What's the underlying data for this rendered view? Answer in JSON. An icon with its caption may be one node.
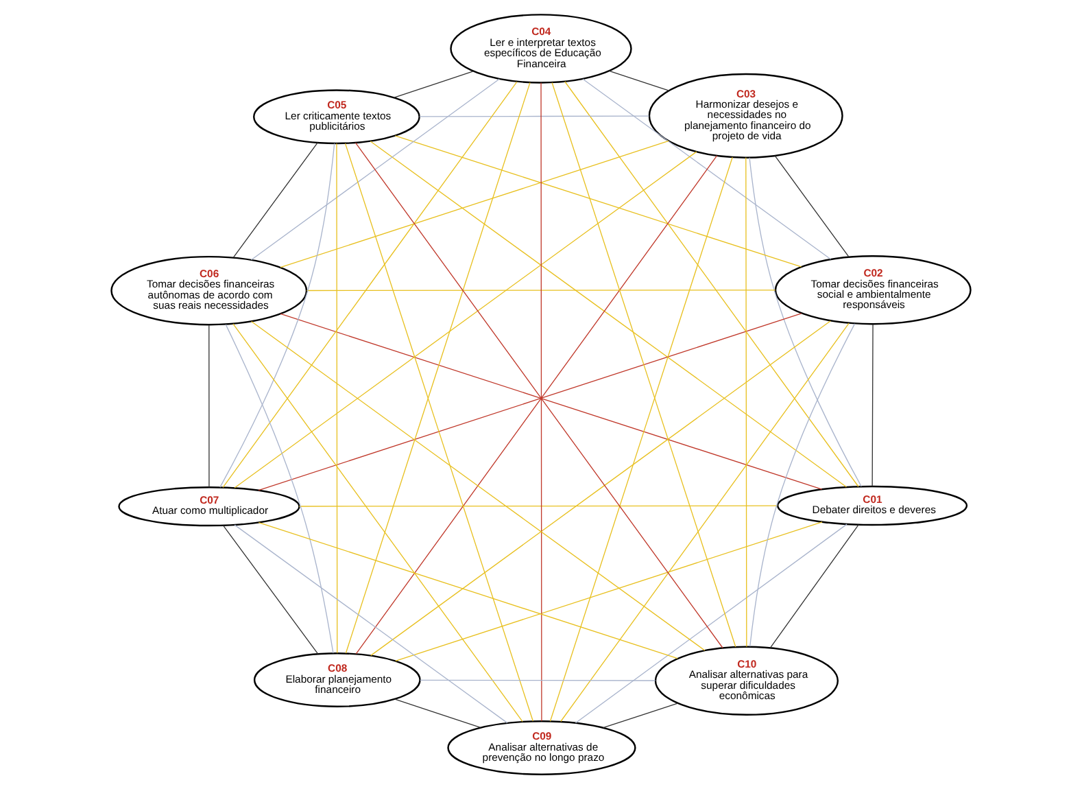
{
  "diagram": {
    "nodes": [
      {
        "text": [
          "C01",
          "Debater direitos e deveres"
        ]
      },
      {
        "text": [
          "C02",
          "Tomar decisões financeiras social e ambientalmente responsáveis"
        ]
      },
      {
        "text": [
          "C03",
          "Harmonizar desejos e necessidades no planejamento financeiro do projeto de vida"
        ]
      },
      {
        "text": [
          "C04",
          "Ler e interpretar textos específicos de Educação Financeira"
        ]
      },
      {
        "text": [
          "C05",
          "Ler criticamente textos publicitários"
        ]
      },
      {
        "text": [
          "C06",
          "Tomar decisões financeiras autônomas de acordo com suas reais necessidades"
        ]
      },
      {
        "text": [
          "C07",
          "Atuar como multiplicador"
        ]
      },
      {
        "text": [
          "C08",
          "Elaborar planejamento financeiro"
        ]
      },
      {
        "text": [
          "C09",
          "Analisar alternativas de prevenção no longo prazo"
        ]
      },
      {
        "text": [
          "C10",
          "Analisar alternativas para superar dificuldades econômicas"
        ]
      }
    ],
    "edges": [
      {
        "from": 0,
        "to": 1,
        "arrow": "none",
        "color": "#333333"
      },
      {
        "from": 0,
        "to": 2,
        "arrow": "none",
        "color": "#a9b4cc"
      },
      {
        "from": 0,
        "to": 3,
        "arrow": "none"
      },
      {
        "from": 0,
        "to": 4,
        "arrow": "none"
      },
      {
        "from": 0,
        "to": 5,
        "arrow": "none",
        "color": "#c0392b"
      },
      {
        "from": 0,
        "to": 6,
        "arrow": "none"
      },
      {
        "from": 0,
        "to": 7,
        "arrow": "none"
      },
      {
        "from": 0,
        "to": 8,
        "arrow": "none",
        "color": "#a9b4cc"
      },
      {
        "from": 0,
        "to": 9,
        "arrow": "none",
        "color": "#333333"
      },
      {
        "from": 1,
        "to": 2,
        "arrow": "none",
        "color": "#333333"
      },
      {
        "from": 1,
        "to": 3,
        "arrow": "none",
        "color": "#a9b4cc"
      },
      {
        "from": 1,
        "to": 4,
        "arrow": "none"
      },
      {
        "from": 1,
        "to": 5,
        "arrow": "none"
      },
      {
        "from": 1,
        "to": 6,
        "arrow": "none",
        "color": "#c0392b"
      },
      {
        "from": 1,
        "to": 7,
        "arrow": "none"
      },
      {
        "from": 1,
        "to": 8,
        "arrow": "none"
      },
      {
        "from": 1,
        "to": 9,
        "arrow": "none",
        "color": "#a9b4cc"
      },
      {
        "from": 2,
        "to": 3,
        "arrow": "none",
        "color": "#333333"
      },
      {
        "from": 2,
        "to": 4,
        "arrow": "none",
        "color": "#a9b4cc"
      },
      {
        "from": 2,
        "to": 5,
        "arrow": "none"
      },
      {
        "from": 2,
        "to": 6,
        "arrow": "none"
      },
      {
        "from": 2,
        "to": 7,
        "arrow": "none",
        "color": "#c0392b"
      },
      {
        "from": 2,
        "to": 8,
        "arrow": "none"
      },
      {
        "from": 2,
        "to": 9,
        "arrow": "none"
      },
      {
        "from": 3,
        "to": 4,
        "arrow": "none",
        "color": "#333333"
      },
      {
        "from": 3,
        "to": 5,
        "arrow": "none",
        "color": "#a9b4cc"
      },
      {
        "from": 3,
        "to": 6,
        "arrow": "none"
      },
      {
        "from": 3,
        "to": 7,
        "arrow": "none"
      },
      {
        "from": 3,
        "to": 8,
        "arrow": "none",
        "color": "#c0392b"
      },
      {
        "from": 3,
        "to": 9,
        "arrow": "none"
      },
      {
        "from": 4,
        "to": 5,
        "arrow": "none",
        "color": "#333333"
      },
      {
        "from": 4,
        "to": 6,
        "arrow": "none",
        "color": "#a9b4cc"
      },
      {
        "from": 4,
        "to": 7,
        "arrow": "none"
      },
      {
        "from": 4,
        "to": 8,
        "arrow": "none"
      },
      {
        "from": 4,
        "to": 9,
        "arrow": "none",
        "color": "#c0392b"
      },
      {
        "from": 5,
        "to": 6,
        "arrow": "none",
        "color": "#333333"
      },
      {
        "from": 5,
        "to": 7,
        "arrow": "none",
        "color": "#a9b4cc"
      },
      {
        "from": 5,
        "to": 8,
        "arrow": "none"
      },
      {
        "from": 5,
        "to": 9,
        "arrow": "none"
      },
      {
        "from": 6,
        "to": 7,
        "arrow": "none",
        "color": "#333333"
      },
      {
        "from": 6,
        "to": 8,
        "arrow": "none",
        "color": "#a9b4cc"
      },
      {
        "from": 6,
        "to": 9,
        "arrow": "none"
      },
      {
        "from": 7,
        "to": 8,
        "arrow": "none",
        "color": "#333333"
      },
      {
        "from": 7,
        "to": 9,
        "arrow": "none",
        "color": "#a9b4cc"
      },
      {
        "from": 8,
        "to": 9,
        "arrow": "none",
        "color": "#333333"
      }
    ]
  }
}
